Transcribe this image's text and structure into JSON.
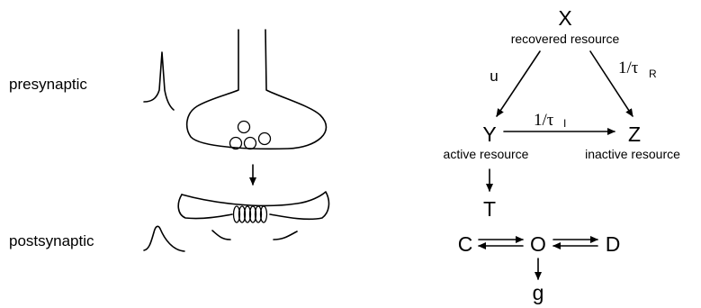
{
  "left": {
    "presynaptic_label": "presynaptic",
    "postsynaptic_label": "postsynaptic"
  },
  "right": {
    "nodes": {
      "x": "X",
      "y": "Y",
      "z": "Z",
      "t": "T",
      "c": "C",
      "o": "O",
      "d": "D",
      "g": "g"
    },
    "captions": {
      "recovered": "recovered resource",
      "active": "active resource",
      "inactive": "inactive resource"
    },
    "rates": {
      "u": "u",
      "inactivation_main": "1/τ",
      "inactivation_sub": "I",
      "recovery_main": "1/τ",
      "recovery_sub": "R"
    }
  }
}
